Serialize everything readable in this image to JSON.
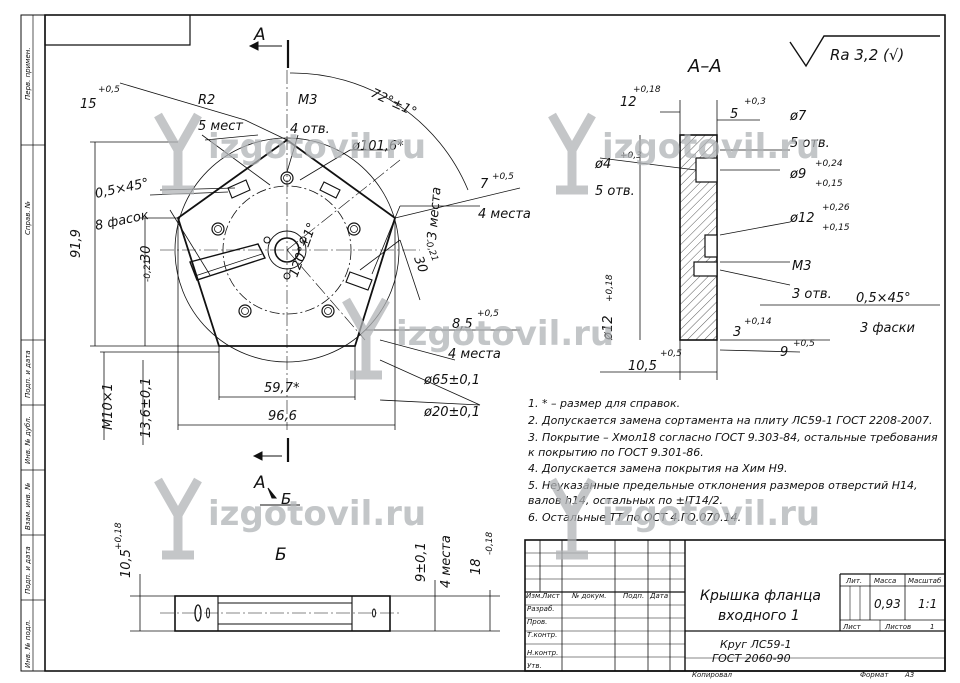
{
  "watermark": "izgotovil.ru",
  "roughness": "Ra 3,2 (√)",
  "section_aa": "A–A",
  "section_a_letter": "A",
  "section_b_letter": "Б",
  "view_b_label": "Б",
  "main_dims": {
    "d15": "15",
    "d15_tol": "+0,5",
    "r2": "R2",
    "r2_count": "5 мест",
    "m3": "M3",
    "m3_count": "4 отв.",
    "ang72": "72°±1°",
    "d101": "ø101,6*",
    "d7": "7",
    "d7_tol": "+0,5",
    "d7_count": "4 места",
    "chamfer": "0,5×45°",
    "chamfer_count": "8 фасок",
    "h919": "91,9",
    "d30a": "30",
    "d30a_tol": "-0,21",
    "ang120": "120°±1°",
    "d30b": "30",
    "d30b_tol": "-0,21",
    "d30b_count": "3 места",
    "d85": "8,5",
    "d85_tol": "+0,5",
    "d85_count": "4 места",
    "d65": "ø65±0,1",
    "d20": "ø20±0,1",
    "d597": "59,7*",
    "d966": "96,6",
    "m10": "M10×1",
    "d136": "13,6±0,1"
  },
  "section_dims": {
    "d12": "12",
    "d12_tol": "+0,18",
    "d5": "5",
    "d5_tol": "+0,3",
    "phi7": "ø7",
    "phi7_count": "5 отв.",
    "phi4": "ø4",
    "phi4_tol": "+0,3",
    "phi4_count": "5 отв.",
    "phi9": "ø9",
    "phi9_tol_up": "+0,24",
    "phi9_tol_lo": "+0,15",
    "phi12b": "ø12",
    "phi12b_tol_up": "+0,26",
    "phi12b_tol_lo": "+0,15",
    "m3": "M3",
    "m3_count": "3 отв.",
    "phi12v": "ø12",
    "phi12v_tol": "+0,18",
    "chamfer": "0,5×45°",
    "chamfer_count": "3 фаски",
    "d3": "3",
    "d3_tol": "+0,14",
    "d9": "9",
    "d9_tol": "+0,5",
    "d105": "10,5",
    "d105_tol": "+0,5"
  },
  "view_b_dims": {
    "d105": "10,5",
    "d105_tol": "+0,18",
    "d9": "9±0,1",
    "d9_count": "4 места",
    "d18": "18",
    "d18_tol": "-0,18"
  },
  "notes": [
    "1. * – размер для справок.",
    "2. Допускается замена сортамента на плиту ЛС59-1 ГОСТ 2208-2007.",
    "3. Покрытие – Хмол18 согласно ГОСТ 9.303-84, остальные требования",
    "к покрытию по ГОСТ 9.301-86.",
    "4. Допускается замена покрытия на Хим Н9.",
    "5. Неуказанные предельные отклонения размеров отверстий H14,",
    "валов h14, остальных по ±IT14/2.",
    "6. Остальные ТТ по ОСТ 4.ГО.070.14."
  ],
  "left_strip": [
    "Перв. примен.",
    "Справ. №",
    "Подп. и дата",
    "Инв. № дубл.",
    "Взам. инв. №",
    "Подп. и дата",
    "Инв. № подл."
  ],
  "title_block": {
    "name_line1": "Крышка фланца",
    "name_line2": "входного 1",
    "material_line1": "Круг ЛС59-1",
    "material_line2": "ГОСТ 2060-90",
    "lit_label": "Лит.",
    "mass_label": "Масса",
    "scale_label": "Масштаб",
    "mass_value": "0,93",
    "scale_value": "1:1",
    "sheet_label": "Лист",
    "sheets_label": "Листов",
    "sheets_value": "1",
    "col_izm": "Изм.",
    "col_list": "Лист",
    "col_doc": "№ докум.",
    "col_sign": "Подп.",
    "col_date": "Дата",
    "row_razrab": "Разраб.",
    "row_prov": "Пров.",
    "row_tkontr": "Т.контр.",
    "row_nkontr": "Н.контр.",
    "row_utv": "Утв.",
    "copied": "Копировал",
    "format": "Формат",
    "format_value": "A3"
  }
}
